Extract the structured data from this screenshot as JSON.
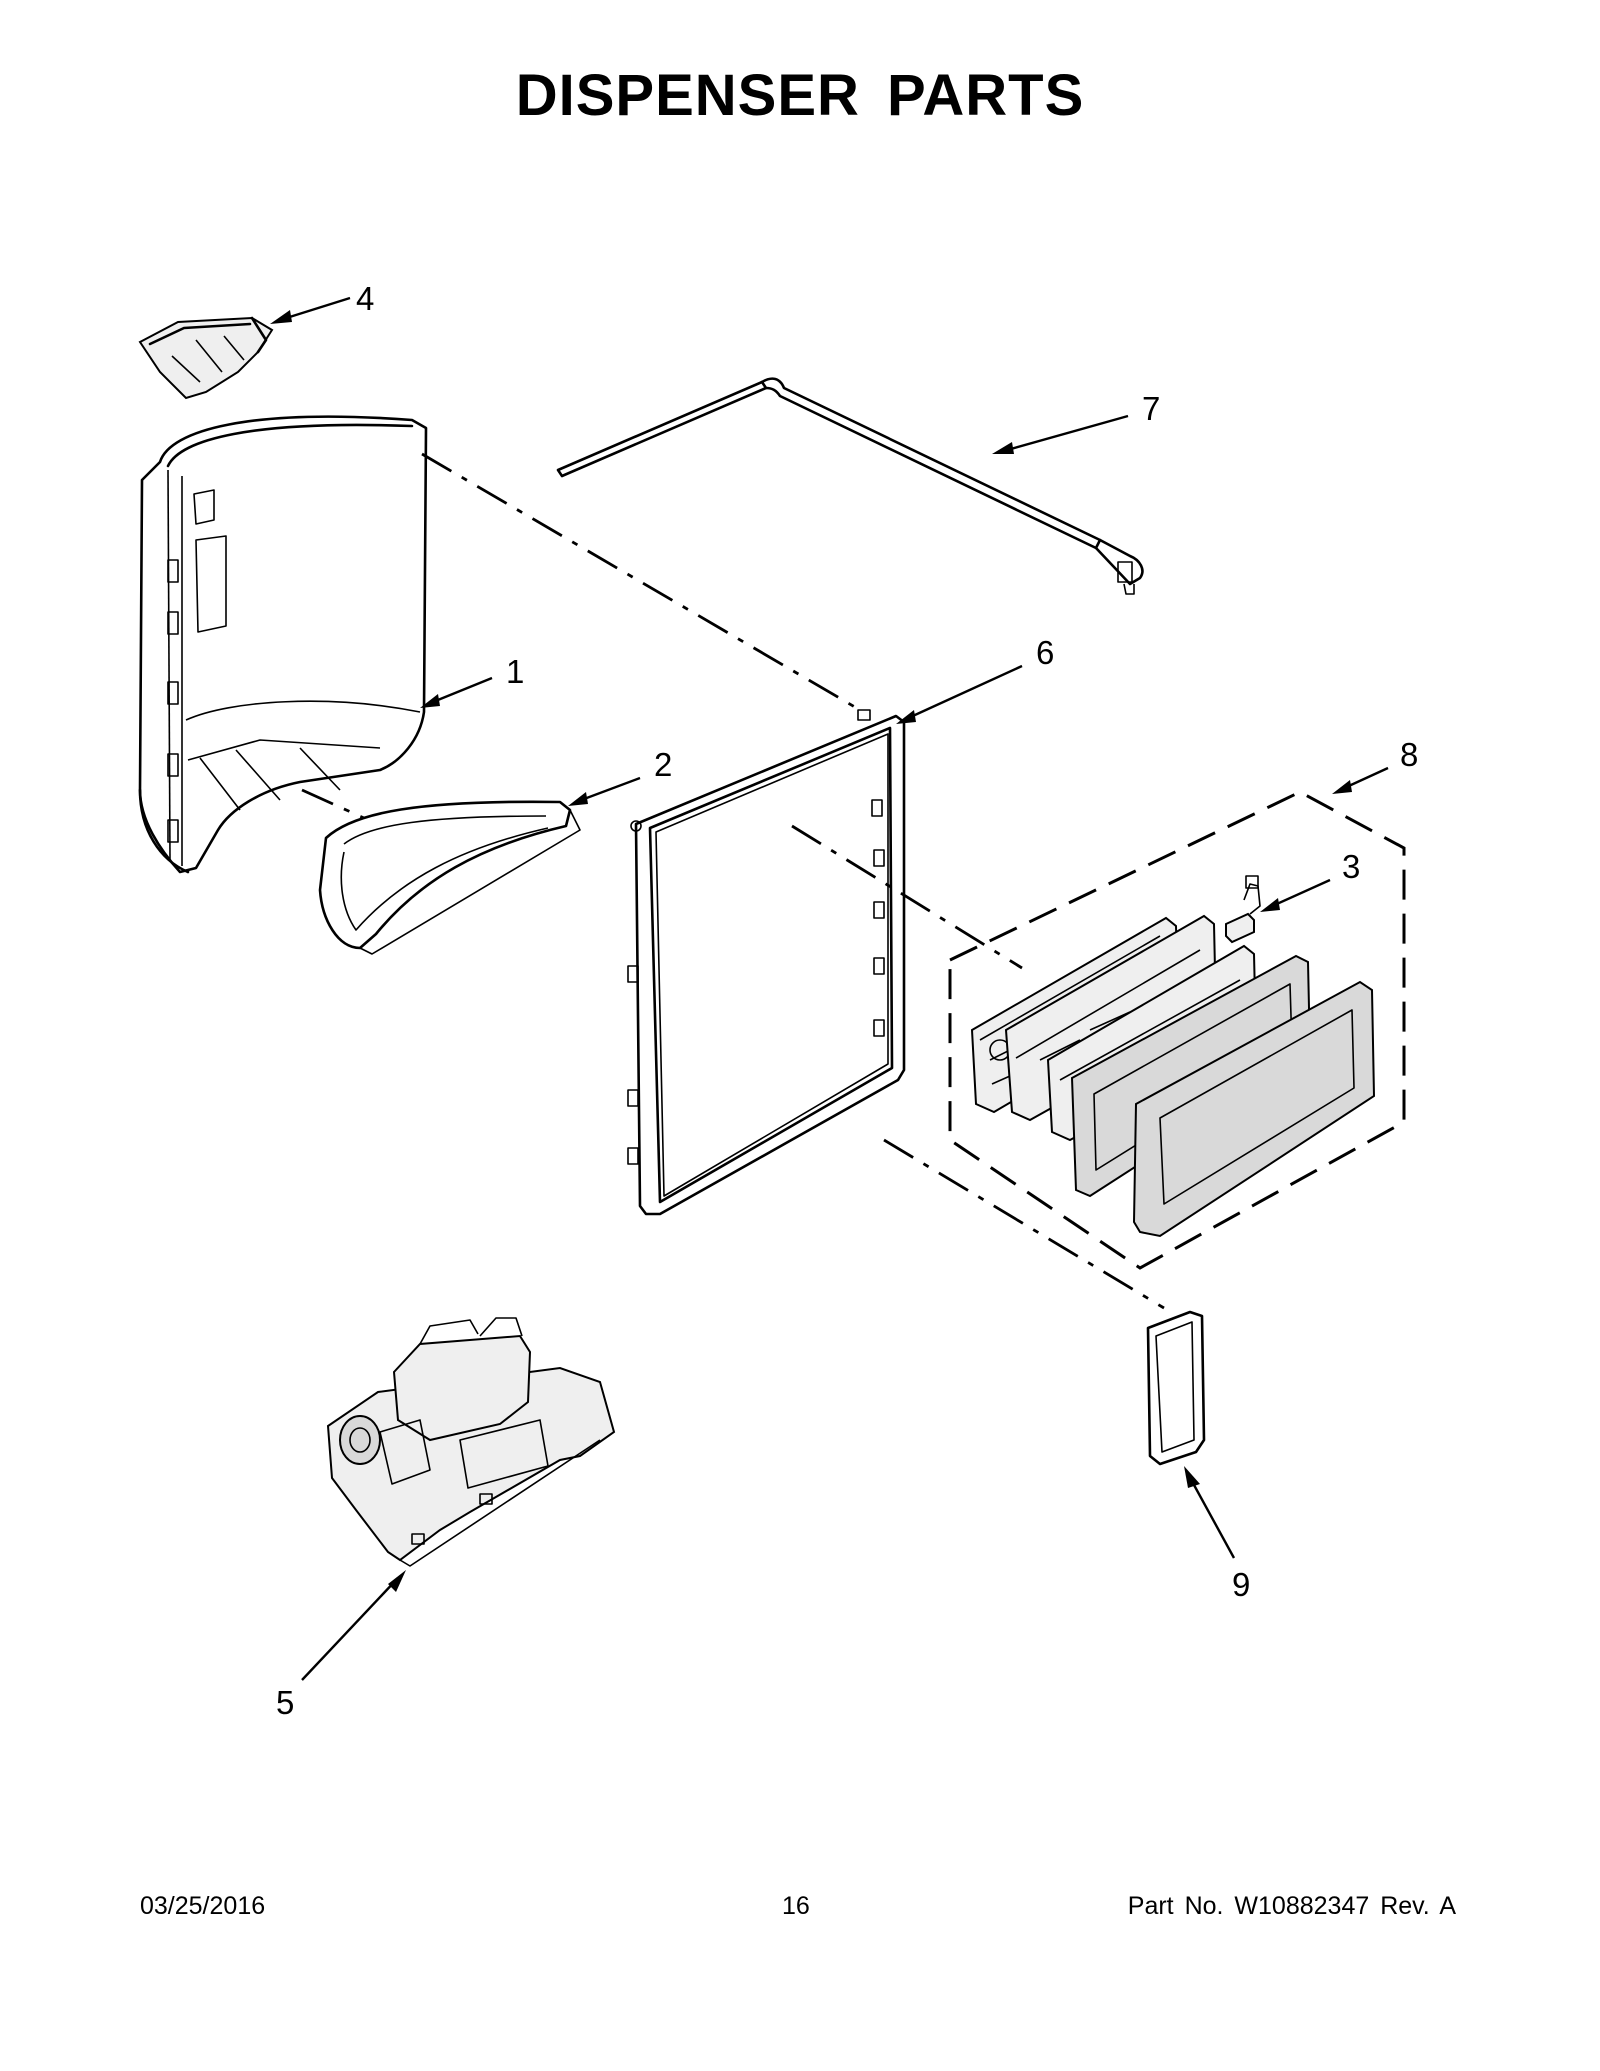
{
  "title": "DISPENSER PARTS",
  "callouts": [
    {
      "id": "1",
      "label": "1"
    },
    {
      "id": "2",
      "label": "2"
    },
    {
      "id": "3",
      "label": "3"
    },
    {
      "id": "4",
      "label": "4"
    },
    {
      "id": "5",
      "label": "5"
    },
    {
      "id": "6",
      "label": "6"
    },
    {
      "id": "7",
      "label": "7"
    },
    {
      "id": "8",
      "label": "8"
    },
    {
      "id": "9",
      "label": "9"
    }
  ],
  "footer": {
    "date": "03/25/2016",
    "page": "16",
    "part_number": "Part No.  W10882347  Rev.  A"
  }
}
